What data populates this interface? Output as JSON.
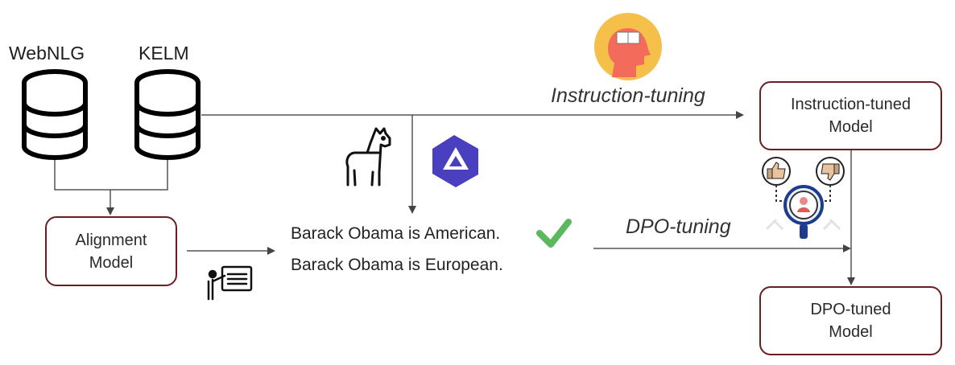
{
  "datasets": [
    {
      "name": "WebNLG",
      "icon": "database-icon"
    },
    {
      "name": "KELM",
      "icon": "database-icon"
    }
  ],
  "alignment_model": {
    "line1": "Alignment",
    "line2": "Model"
  },
  "instruction_tuned_model": {
    "line1": "Instruction-tuned",
    "line2": "Model"
  },
  "dpo_tuned_model": {
    "line1": "DPO-tuned",
    "line2": "Model"
  },
  "labels": {
    "instruction_tuning": "Instruction-tuning",
    "dpo_tuning": "DPO-tuning"
  },
  "sentences": {
    "positive": "Barack Obama is American.",
    "negative": "Barack Obama is European."
  },
  "icons": [
    "llama-icon",
    "qwen-logo-icon",
    "teacher-icon",
    "brain-head-icon",
    "thumbs-up-icon",
    "thumbs-down-icon",
    "human-evaluator-icon",
    "checkmark-icon"
  ],
  "colors": {
    "box_border": "#6b1e22",
    "checkmark": "#5cb85c",
    "qwen_logo": "#4a3fbf",
    "head_circle": "#f5c04a",
    "head": "#f26b5b"
  }
}
